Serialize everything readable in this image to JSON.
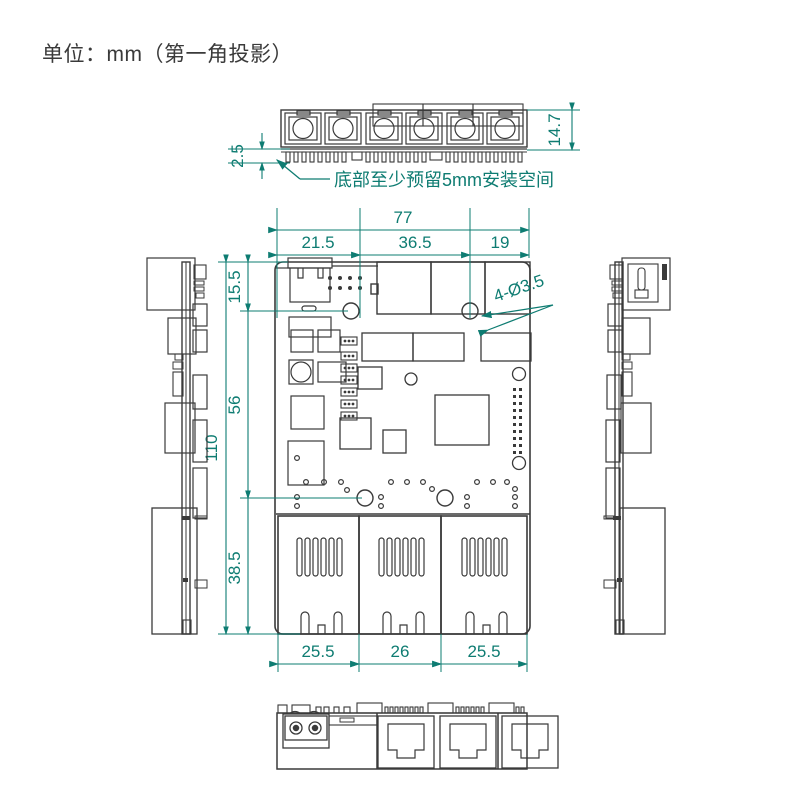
{
  "header": {
    "title": "单位：mm（第一角投影）"
  },
  "drawing": {
    "note": "底部至少预留5mm安装空间",
    "hole_callout": "4-Ø3.5",
    "colors": {
      "dimension": "#0e7c72",
      "outline": "#3a3a3a",
      "background": "#ffffff"
    },
    "views": [
      {
        "name": "top-view",
        "label": ""
      },
      {
        "name": "front-view",
        "label": ""
      },
      {
        "name": "left-side-view",
        "label": ""
      },
      {
        "name": "right-side-view",
        "label": ""
      },
      {
        "name": "bottom-view",
        "label": ""
      }
    ]
  },
  "dimensions": {
    "top_view": {
      "height": "14.7",
      "clearance": "2.5"
    },
    "front_view": {
      "overall_width": "77",
      "width_seg_left": "21.5",
      "width_seg_mid": "36.5",
      "width_seg_right": "19",
      "overall_height": "110",
      "height_top": "15.5",
      "height_mid": "56",
      "height_bottom": "38.5",
      "bottom_seg_left": "25.5",
      "bottom_seg_mid": "26",
      "bottom_seg_right": "25.5"
    }
  }
}
